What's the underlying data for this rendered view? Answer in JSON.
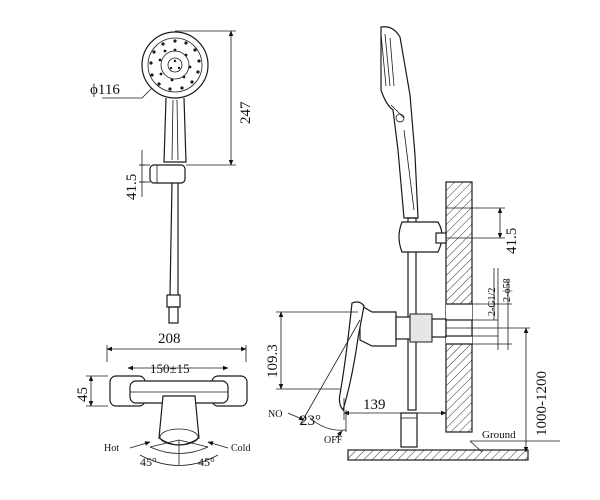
{
  "handshower": {
    "diameter": "ϕ116",
    "height": "247",
    "bracket_offset": "41.5"
  },
  "front_view": {
    "width": "208",
    "center_distance": "150±15",
    "body_height": "45",
    "hot_label": "Hot",
    "cold_label": "Cold",
    "angle_left": "45°",
    "angle_right": "45°"
  },
  "side_view": {
    "bracket_offset": "41.5",
    "thread": "2-G1/2",
    "hole": "2-ϕ58",
    "outlet_height": "109.3",
    "on_label": "NO",
    "off_label": "OFF",
    "lever_angle": "23°",
    "projection": "139",
    "install_height": "1000-1200",
    "ground_label": "Ground"
  }
}
